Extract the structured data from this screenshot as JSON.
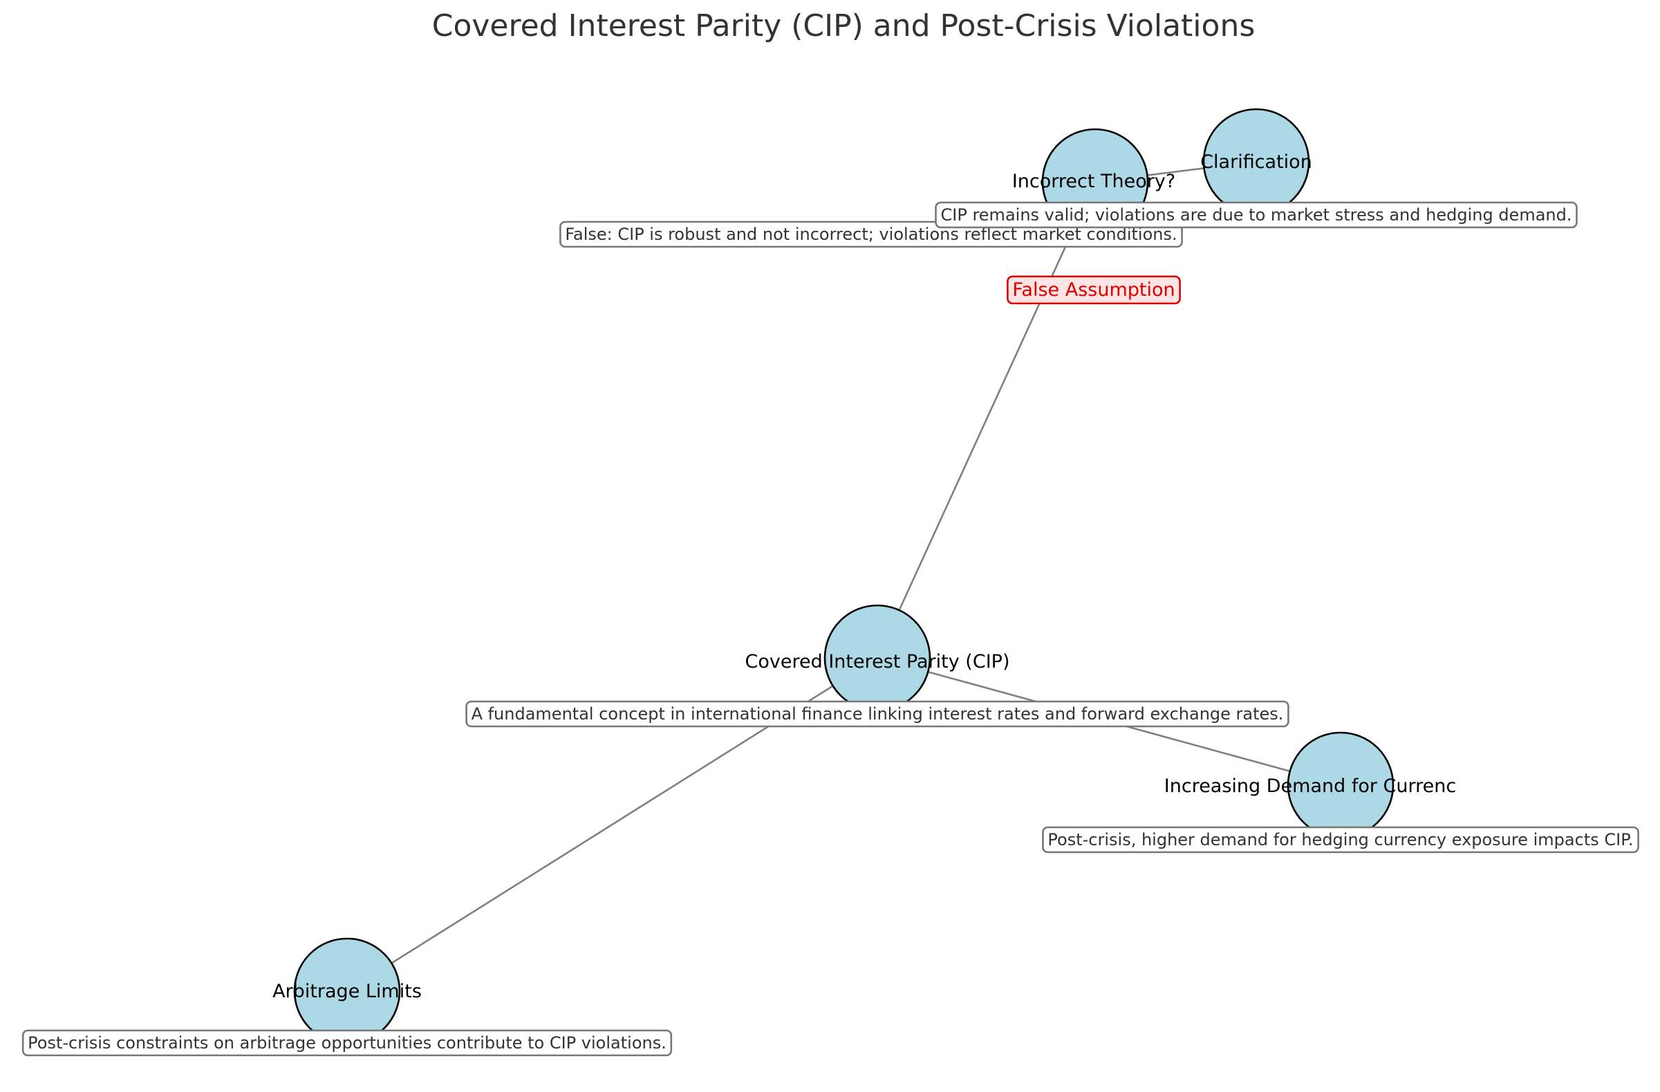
{
  "title": "Covered Interest Parity (CIP) and Post-Crisis Violations",
  "colors": {
    "node_fill": "#add8e6",
    "node_stroke": "#000000",
    "edge": "#808080",
    "desc_border": "#777777",
    "warning": "#e00000",
    "warning_fill": "#ffe4e4"
  },
  "nodes": {
    "cip": {
      "label": "Covered Interest Parity (CIP)",
      "description": "A fundamental concept in international finance linking interest rates and forward exchange rates."
    },
    "incorrect": {
      "label": "Incorrect Theory?",
      "description": "False: CIP is robust and not incorrect; violations reflect market conditions."
    },
    "clarification": {
      "label": "Clarification",
      "description": "CIP remains valid; violations are due to market stress and hedging demand."
    },
    "demand": {
      "label": "Increasing Demand for Currenc",
      "description": "Post-crisis, higher demand for hedging currency exposure impacts CIP."
    },
    "arbitrage": {
      "label": "Arbitrage Limits",
      "description": "Post-crisis constraints on arbitrage opportunities contribute to CIP violations."
    }
  },
  "edges": [
    {
      "from": "cip",
      "to": "incorrect",
      "label": "False Assumption"
    },
    {
      "from": "cip",
      "to": "demand",
      "label": ""
    },
    {
      "from": "cip",
      "to": "arbitrage",
      "label": ""
    },
    {
      "from": "incorrect",
      "to": "clarification",
      "label": ""
    }
  ]
}
